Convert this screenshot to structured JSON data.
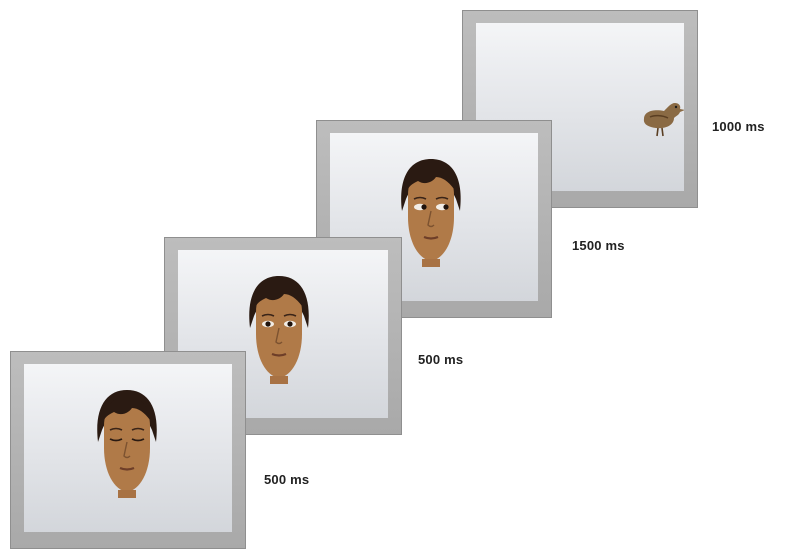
{
  "frames": [
    {
      "name": "frame-1-eyes-closed",
      "duration": "500 ms",
      "content": "face",
      "eyes": "closed"
    },
    {
      "name": "frame-2-gaze-forward",
      "duration": "500 ms",
      "content": "face",
      "eyes": "forward"
    },
    {
      "name": "frame-3-gaze-averted",
      "duration": "1500 ms",
      "content": "face",
      "eyes": "averted-right"
    },
    {
      "name": "frame-4-target",
      "duration": "1000 ms",
      "content": "duck-icon"
    }
  ],
  "colors": {
    "skin": "#b07a48",
    "hair": "#2a1a12",
    "bezel": "#b2b2b2",
    "screen": "#e6e8eb"
  }
}
